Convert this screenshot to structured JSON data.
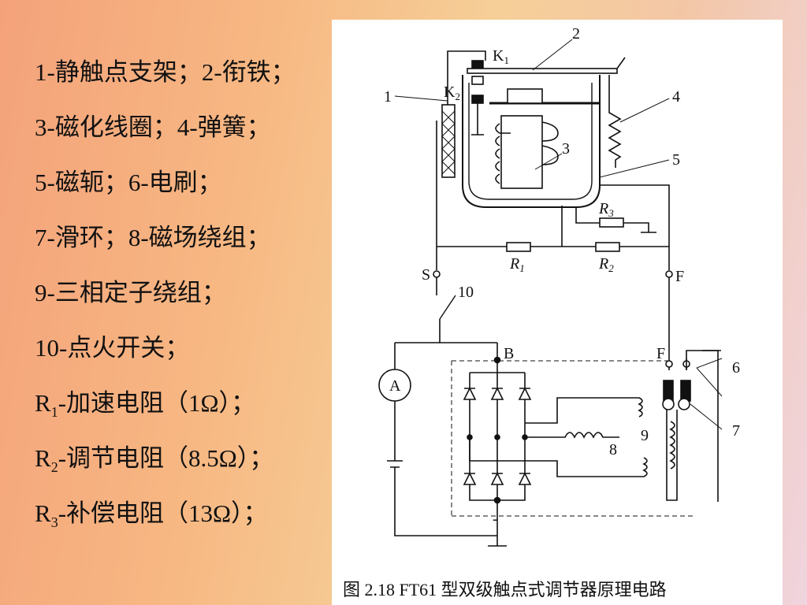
{
  "legend": {
    "items": [
      {
        "text": "1-静触点支架；2-衔铁；"
      },
      {
        "text": "3-磁化线圈；4-弹簧；"
      },
      {
        "text": "5-磁轭；6-电刷；"
      },
      {
        "text": "7-滑环；8-磁场绕组；"
      },
      {
        "text": "9-三相定子绕组；"
      },
      {
        "text": "10-点火开关；"
      },
      {
        "sym": "R",
        "sub": "1",
        "text": "-加速电阻（1Ω）；"
      },
      {
        "sym": "R",
        "sub": "2",
        "text": "-调节电阻（8.5Ω）；"
      },
      {
        "sym": "R",
        "sub": "3",
        "text": "-补偿电阻（13Ω）；"
      }
    ]
  },
  "figure": {
    "caption": "图 2.18   FT61 型双级触点式调节器原理电路",
    "labels": {
      "n1": "1",
      "n2": "2",
      "n3": "3",
      "n4": "4",
      "n5": "5",
      "n6": "6",
      "n7": "7",
      "n8": "8",
      "n9": "9",
      "n10": "10",
      "k1": "K",
      "k1_sub": "1",
      "k2": "K",
      "k2_sub": "2",
      "r1": "R",
      "r1_sub": "1",
      "r2": "R",
      "r2_sub": "2",
      "r3": "R",
      "r3_sub": "3",
      "s": "S",
      "f_top": "F",
      "b": "B",
      "f_bottom": "F",
      "ammeter": "A",
      "minus": "-"
    }
  }
}
